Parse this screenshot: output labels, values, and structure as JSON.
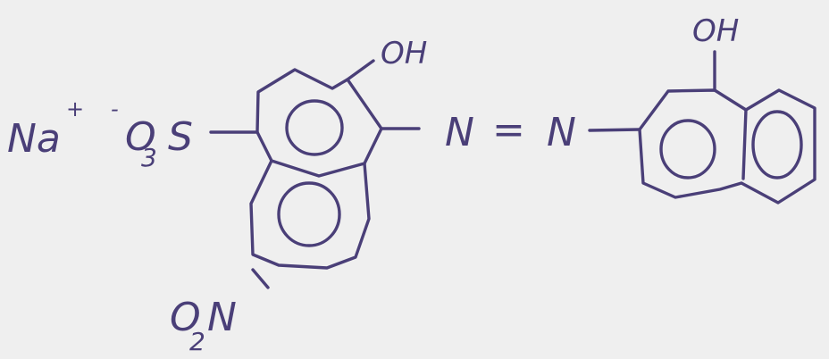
{
  "figure": {
    "counter_ion": {
      "symbol": "Na",
      "charge": "+"
    },
    "sulfonate": {
      "charge": "-",
      "o": "O",
      "o_count": "3",
      "s": "S"
    },
    "hydroxyl_upper_left": "OH",
    "hydroxyl_right": "OH",
    "azo_left_n": "N",
    "azo_equals": "=",
    "azo_right_n": "N",
    "nitro": {
      "o": "O",
      "o_count": "2",
      "n": "N"
    }
  },
  "colors": {
    "ink": "#4a3f78",
    "background": "#efefef"
  }
}
